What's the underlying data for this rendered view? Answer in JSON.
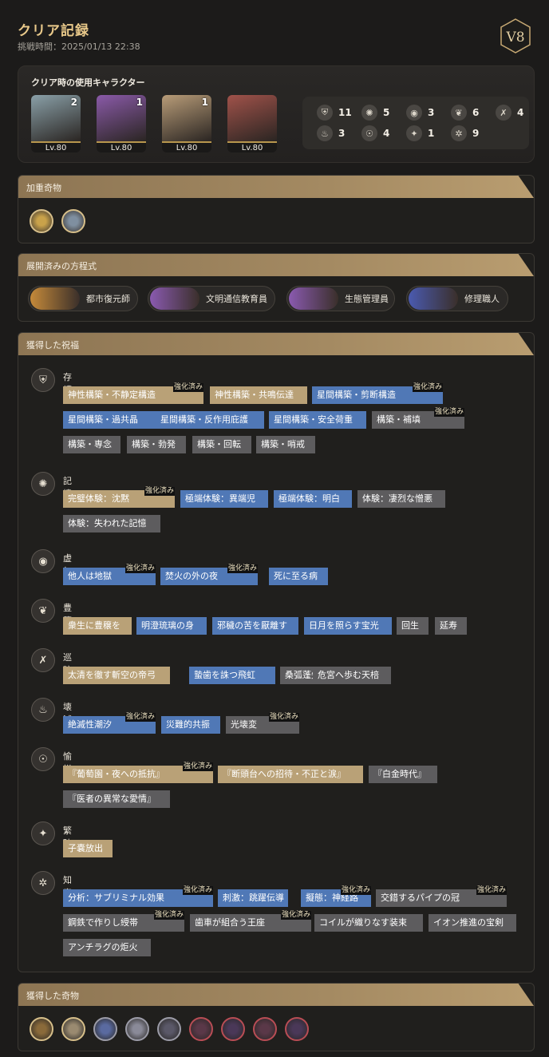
{
  "header": {
    "title": "クリア記録",
    "subtitle": "挑戦時間：2025/01/13 22:38",
    "badge": "V8"
  },
  "characters": {
    "title": "クリア時の使用キャラクター",
    "list": [
      {
        "level": "Lv.80",
        "rank": "2",
        "color": "#8aa0a8"
      },
      {
        "level": "Lv.80",
        "rank": "1",
        "color": "#8a5aa8"
      },
      {
        "level": "Lv.80",
        "rank": "1",
        "color": "#b89c78"
      },
      {
        "level": "Lv.80",
        "rank": "",
        "color": "#a0524a"
      }
    ],
    "paths": [
      {
        "icon": "preservation-icon",
        "glyph": "⛨",
        "count": "11"
      },
      {
        "icon": "remembrance-icon",
        "glyph": "✺",
        "count": "5"
      },
      {
        "icon": "nihility-icon",
        "glyph": "◉",
        "count": "3"
      },
      {
        "icon": "abundance-icon",
        "glyph": "❦",
        "count": "6"
      },
      {
        "icon": "hunt-icon",
        "glyph": "✗",
        "count": "4"
      },
      {
        "icon": "destruction-icon",
        "glyph": "♨",
        "count": "3"
      },
      {
        "icon": "elation-icon",
        "glyph": "☉",
        "count": "4"
      },
      {
        "icon": "propagation-icon",
        "glyph": "✦",
        "count": "1"
      },
      {
        "icon": "erudition-icon",
        "glyph": "✲",
        "count": "9"
      }
    ]
  },
  "weighted_curio": {
    "title": "加重奇物",
    "items": [
      {
        "color": "#c9a24a"
      },
      {
        "color": "#7f8fa0"
      }
    ]
  },
  "equations": {
    "title": "展開済みの方程式",
    "items": [
      {
        "label": "都市復元師",
        "color": "#c58a3a"
      },
      {
        "label": "文明通信教育員",
        "color": "#8a5ab0"
      },
      {
        "label": "生態管理員",
        "color": "#8a5ab0"
      },
      {
        "label": "修理職人",
        "color": "#4a5ab0"
      }
    ]
  },
  "blessings": {
    "title": "獲得した祝福",
    "enhanced_label": "強化済み",
    "groups": [
      {
        "path": "存護",
        "icon": "preservation-icon",
        "glyph": "⛨",
        "chips": [
          {
            "text": "神性構築・不静定構造",
            "color": "gold",
            "enhanced": true
          },
          {
            "text": "神性構築・共鳴伝達",
            "color": "gold",
            "enhanced": false
          },
          {
            "text": "星間構築・剪断構造",
            "color": "blue",
            "enhanced": true
          },
          {
            "text": "星間構築・過共晶",
            "color": "blue",
            "enhanced": false
          },
          {
            "text": "星間構築・反作用庇護",
            "color": "blue",
            "enhanced": false
          },
          {
            "text": "星間構築・安全荷重",
            "color": "blue",
            "enhanced": false
          },
          {
            "text": "構築・補填",
            "color": "gray",
            "enhanced": true
          },
          {
            "text": "構築・専念",
            "color": "gray",
            "enhanced": false
          },
          {
            "text": "構築・勃発",
            "color": "gray",
            "enhanced": false
          },
          {
            "text": "構築・回転",
            "color": "gray",
            "enhanced": false
          },
          {
            "text": "構築・哨戒",
            "color": "gray",
            "enhanced": false
          }
        ]
      },
      {
        "path": "記憶",
        "icon": "remembrance-icon",
        "glyph": "✺",
        "chips": [
          {
            "text": "完璧体験：沈黙",
            "color": "gold",
            "enhanced": true
          },
          {
            "text": "極端体験：異端児",
            "color": "blue",
            "enhanced": false
          },
          {
            "text": "極端体験：明白",
            "color": "blue",
            "enhanced": false
          },
          {
            "text": "体験：凄烈な憎悪",
            "color": "gray",
            "enhanced": false
          },
          {
            "text": "体験：失われた記憶",
            "color": "gray",
            "enhanced": false
          }
        ]
      },
      {
        "path": "虚無",
        "icon": "nihility-icon",
        "glyph": "◉",
        "chips": [
          {
            "text": "他人は地獄",
            "color": "blue",
            "enhanced": true
          },
          {
            "text": "焚火の外の夜",
            "color": "blue",
            "enhanced": true
          },
          {
            "text": "死に至る病",
            "color": "blue",
            "enhanced": false
          }
        ]
      },
      {
        "path": "豊穣",
        "icon": "abundance-icon",
        "glyph": "❦",
        "chips": [
          {
            "text": "衆生に豊穣を",
            "color": "gold",
            "enhanced": false
          },
          {
            "text": "明澄琉璃の身",
            "color": "blue",
            "enhanced": false
          },
          {
            "text": "邪穢の苦を厭離す",
            "color": "blue",
            "enhanced": false
          },
          {
            "text": "日月を照らす宝光",
            "color": "blue",
            "enhanced": false
          },
          {
            "text": "回生",
            "color": "gray",
            "enhanced": false
          },
          {
            "text": "延寿",
            "color": "gray",
            "enhanced": false
          }
        ]
      },
      {
        "path": "巡狩",
        "icon": "hunt-icon",
        "glyph": "✗",
        "chips": [
          {
            "text": "太清を徹す斬空の帝弓",
            "color": "gold",
            "enhanced": false
          },
          {
            "text": "蟄歯を誅つ飛虹",
            "color": "blue",
            "enhanced": false
          },
          {
            "text": "桑弧蓬矢",
            "color": "gray",
            "enhanced": false
          },
          {
            "text": "危宮へ歩む天棓",
            "color": "gray",
            "enhanced": false
          }
        ]
      },
      {
        "path": "壊滅",
        "icon": "destruction-icon",
        "glyph": "♨",
        "chips": [
          {
            "text": "絶滅性潮汐",
            "color": "blue",
            "enhanced": true
          },
          {
            "text": "災難的共振",
            "color": "blue",
            "enhanced": false
          },
          {
            "text": "光壊変",
            "color": "gray",
            "enhanced": true
          }
        ]
      },
      {
        "path": "愉悦",
        "icon": "elation-icon",
        "glyph": "☉",
        "chips": [
          {
            "text": "『葡萄園・夜への抵抗』",
            "color": "gold",
            "enhanced": true
          },
          {
            "text": "『断頭台への招待・不正と涙』",
            "color": "gold",
            "enhanced": false
          },
          {
            "text": "『白金時代』",
            "color": "gray",
            "enhanced": false
          },
          {
            "text": "『医者の異常な愛情』",
            "color": "gray",
            "enhanced": false
          }
        ]
      },
      {
        "path": "繁殖",
        "icon": "propagation-icon",
        "glyph": "✦",
        "chips": [
          {
            "text": "子嚢放出",
            "color": "gold",
            "enhanced": false
          }
        ]
      },
      {
        "path": "知恵",
        "icon": "erudition-icon",
        "glyph": "✲",
        "chips": [
          {
            "text": "分析：サブリミナル効果",
            "color": "blue",
            "enhanced": true
          },
          {
            "text": "刺激：跳躍伝導",
            "color": "blue",
            "enhanced": false
          },
          {
            "text": "擬態：神経路",
            "color": "blue",
            "enhanced": true
          },
          {
            "text": "交錯するパイプの冠",
            "color": "gray",
            "enhanced": true
          },
          {
            "text": "鋼鉄で作りし綬帯",
            "color": "gray",
            "enhanced": true
          },
          {
            "text": "歯車が組合う王座",
            "color": "gray",
            "enhanced": true
          },
          {
            "text": "コイルが織りなす装束",
            "color": "gray",
            "enhanced": false
          },
          {
            "text": "イオン推進の宝剣",
            "color": "gray",
            "enhanced": false
          },
          {
            "text": "アンチラグの炬火",
            "color": "gray",
            "enhanced": false
          }
        ]
      }
    ]
  },
  "obtained_curios": {
    "title": "獲得した奇物",
    "items": [
      {
        "rarity": "gold",
        "color": "#8a6a3a"
      },
      {
        "rarity": "gold",
        "color": "#9a8a70"
      },
      {
        "rarity": "gray",
        "color": "#5a6aa0"
      },
      {
        "rarity": "gray",
        "color": "#8a8a98"
      },
      {
        "rarity": "gray",
        "color": "#5a5868"
      },
      {
        "rarity": "red",
        "color": "#5a3848"
      },
      {
        "rarity": "red",
        "color": "#4a3858"
      },
      {
        "rarity": "red",
        "color": "#5a3848"
      },
      {
        "rarity": "red",
        "color": "#4a3858"
      }
    ]
  }
}
